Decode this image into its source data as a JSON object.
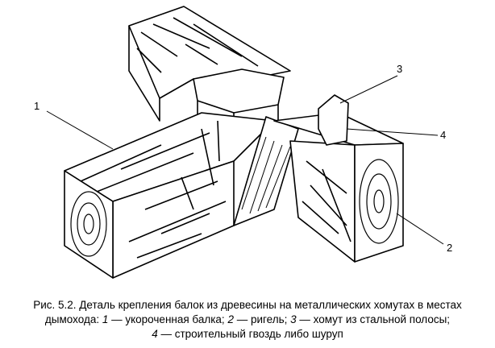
{
  "labels": {
    "l1": "1",
    "l2": "2",
    "l3": "3",
    "l4": "4"
  },
  "caption": {
    "line1": "Рис. 5.2. Деталь крепления балок из древесины на металлических хомутах в местах",
    "line2_pre": "дымохода: ",
    "n1": "1",
    "t1": " — укороченная балка; ",
    "n2": "2",
    "t2": " — ригель; ",
    "n3": "3",
    "t3": " — хомут из стальной полосы;",
    "n4": "4",
    "t4": " — строительный гвоздь либо шуруп"
  }
}
